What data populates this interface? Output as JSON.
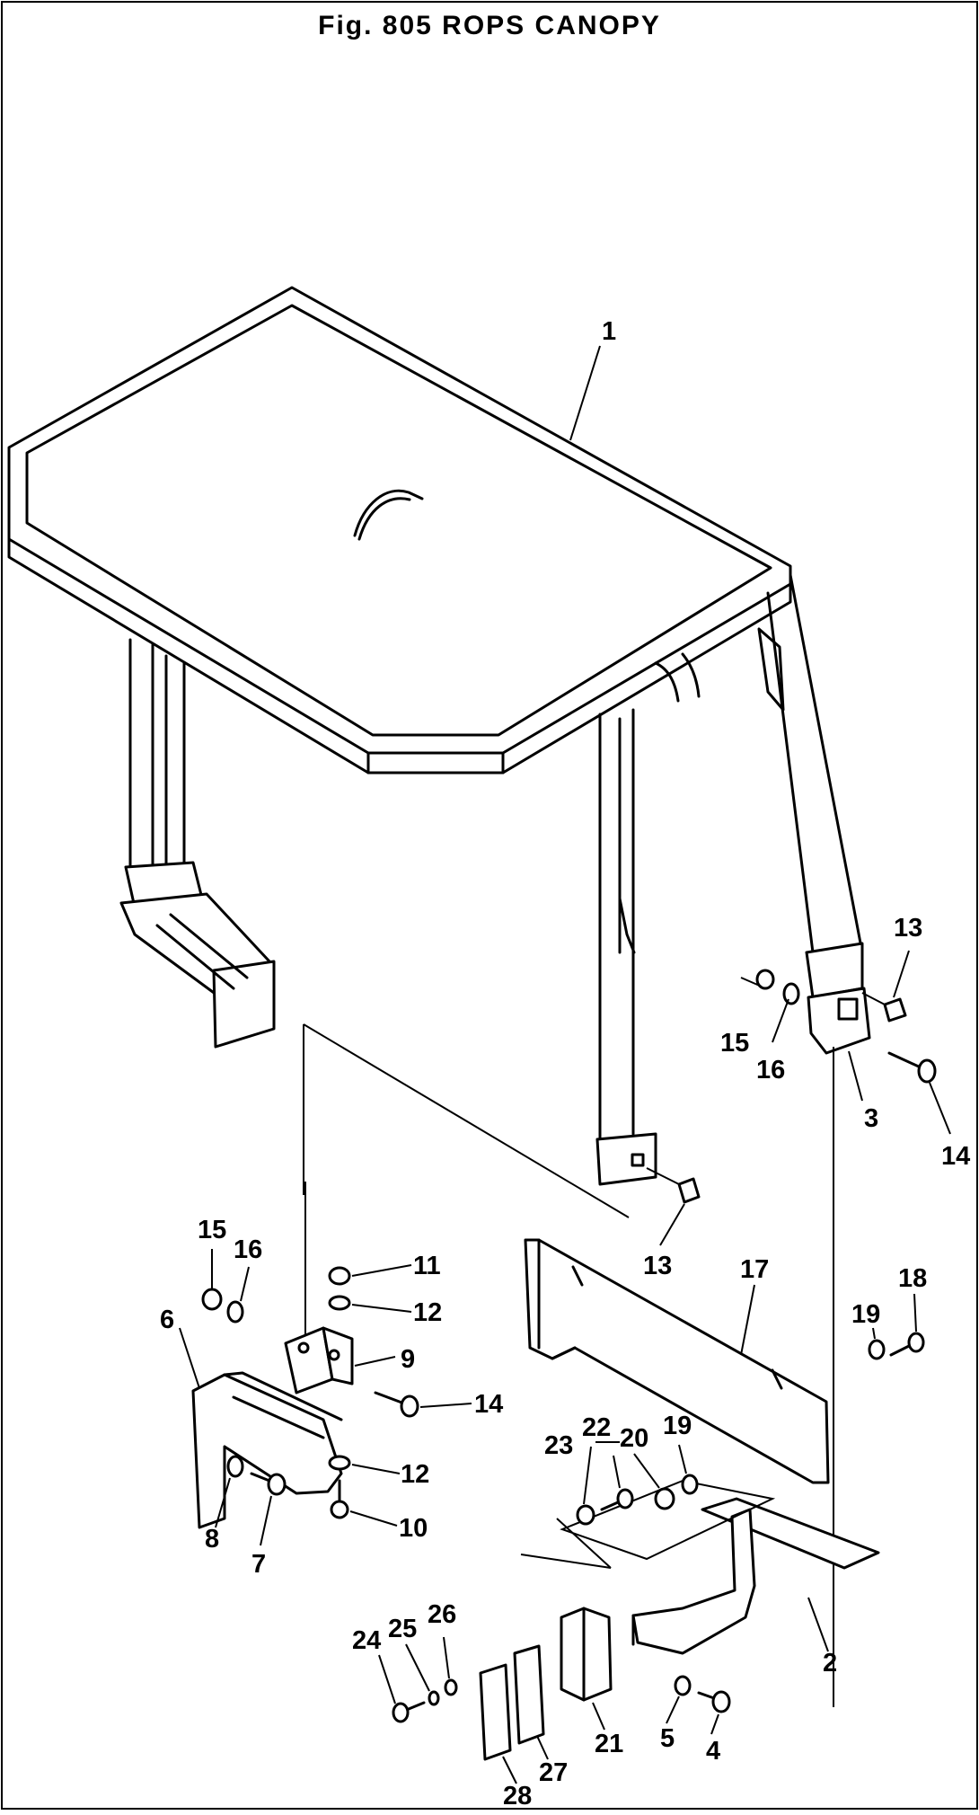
{
  "figure": {
    "title": "Fig. 805   ROPS CANOPY"
  },
  "callouts": [
    {
      "id": "c1",
      "text": "1"
    },
    {
      "id": "c2",
      "text": "2"
    },
    {
      "id": "c3",
      "text": "3"
    },
    {
      "id": "c4",
      "text": "4"
    },
    {
      "id": "c5",
      "text": "5"
    },
    {
      "id": "c6",
      "text": "6"
    },
    {
      "id": "c7",
      "text": "7"
    },
    {
      "id": "c8",
      "text": "8"
    },
    {
      "id": "c9",
      "text": "9"
    },
    {
      "id": "c10",
      "text": "10"
    },
    {
      "id": "c11",
      "text": "11"
    },
    {
      "id": "c12a",
      "text": "12"
    },
    {
      "id": "c12b",
      "text": "12"
    },
    {
      "id": "c13a",
      "text": "13"
    },
    {
      "id": "c13b",
      "text": "13"
    },
    {
      "id": "c14a",
      "text": "14"
    },
    {
      "id": "c14b",
      "text": "14"
    },
    {
      "id": "c15a",
      "text": "15"
    },
    {
      "id": "c15b",
      "text": "15"
    },
    {
      "id": "c16a",
      "text": "16"
    },
    {
      "id": "c16b",
      "text": "16"
    },
    {
      "id": "c17",
      "text": "17"
    },
    {
      "id": "c18",
      "text": "18"
    },
    {
      "id": "c19a",
      "text": "19"
    },
    {
      "id": "c19b",
      "text": "19"
    },
    {
      "id": "c20",
      "text": "20"
    },
    {
      "id": "c21",
      "text": "21"
    },
    {
      "id": "c22",
      "text": "22"
    },
    {
      "id": "c23",
      "text": "23"
    },
    {
      "id": "c24",
      "text": "24"
    },
    {
      "id": "c25",
      "text": "25"
    },
    {
      "id": "c26",
      "text": "26"
    },
    {
      "id": "c27",
      "text": "27"
    },
    {
      "id": "c28",
      "text": "28"
    }
  ]
}
